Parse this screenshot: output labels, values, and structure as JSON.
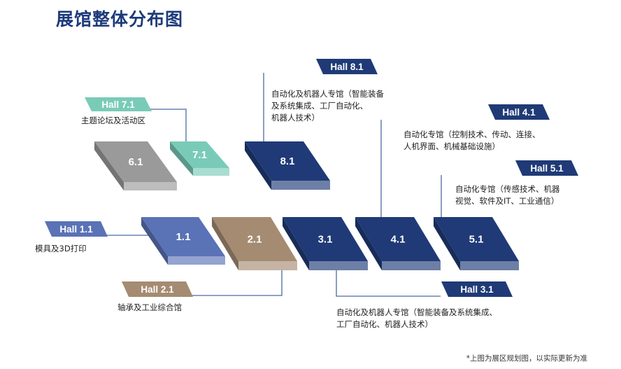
{
  "title": "展馆整体分布图",
  "footnote": "*上图为展区规划图，以实际更新为准",
  "colors": {
    "6.1": "#9a9a9a",
    "7.1": "#79cbb8",
    "8.1": "#1f3a76",
    "1.1": "#5a72b6",
    "2.1": "#a58b72",
    "3.1": "#1f3a76",
    "4.1": "#1f3a76",
    "5.1": "#1f3a76",
    "connector": "#4a6aa6"
  },
  "blocks": [
    {
      "id": "6.1",
      "label": "6.1"
    },
    {
      "id": "7.1",
      "label": "7.1"
    },
    {
      "id": "8.1",
      "label": "8.1"
    },
    {
      "id": "1.1",
      "label": "1.1"
    },
    {
      "id": "2.1",
      "label": "2.1"
    },
    {
      "id": "3.1",
      "label": "3.1"
    },
    {
      "id": "4.1",
      "label": "4.1"
    },
    {
      "id": "5.1",
      "label": "5.1"
    }
  ],
  "halls": [
    {
      "id": "7.1",
      "tag": "Hall 7.1",
      "description": [
        "主题论坛及活动区"
      ]
    },
    {
      "id": "8.1",
      "tag": "Hall 8.1",
      "description": [
        "自动化及机器人专馆（智能装备",
        "及系统集成、工厂自动化、",
        "机器人技术）"
      ]
    },
    {
      "id": "4.1",
      "tag": "Hall 4.1",
      "description": [
        "自动化专馆（控制技术、传动、连接、",
        "人机界面、机械基础设施）"
      ]
    },
    {
      "id": "5.1",
      "tag": "Hall 5.1",
      "description": [
        "自动化专馆（传感技术、机器",
        "视觉、软件及IT、工业通信）"
      ]
    },
    {
      "id": "1.1",
      "tag": "Hall 1.1",
      "description": [
        "模具及3D打印"
      ]
    },
    {
      "id": "2.1",
      "tag": "Hall 2.1",
      "description": [
        "轴承及工业综合馆"
      ]
    },
    {
      "id": "3.1",
      "tag": "Hall 3.1",
      "description": [
        "自动化及机器人专馆（智能装备及系统集成、",
        "工厂自动化、机器人技术）"
      ]
    }
  ]
}
